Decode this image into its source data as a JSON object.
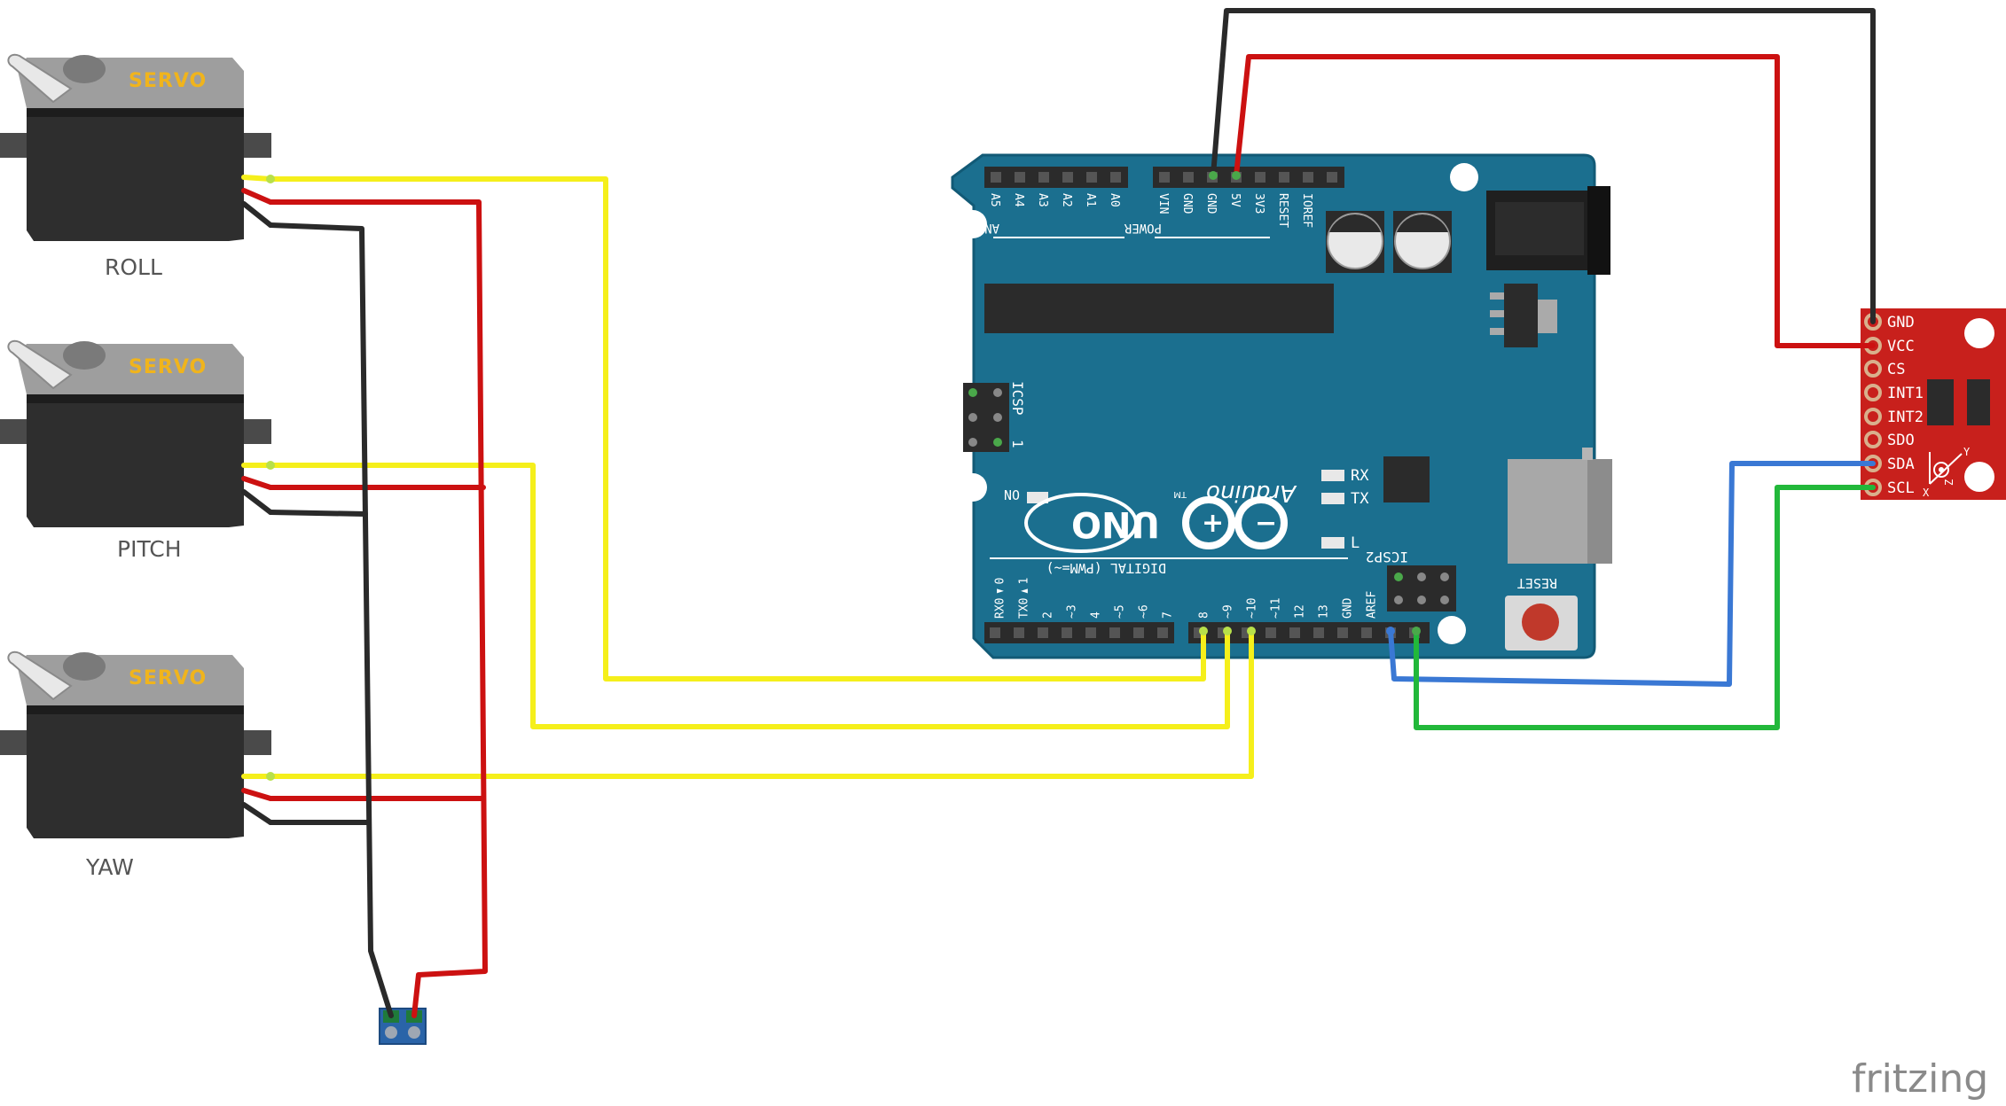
{
  "colors": {
    "board": "#1b6f8f",
    "board_edge": "#125a76",
    "servo_body": "#2e2e2e",
    "servo_top": "#9e9e9e",
    "wire_signal": "#f5ef1b",
    "wire_power": "#cc1111",
    "wire_ground": "#2a2a2a",
    "wire_sda": "#3a78d4",
    "wire_scl": "#22b83a",
    "module": "#c8201c",
    "terminal_block": "#2a64a8"
  },
  "servos": [
    {
      "brand": "SERVO",
      "label": "ROLL"
    },
    {
      "brand": "SERVO",
      "label": "PITCH"
    },
    {
      "brand": "SERVO",
      "label": "YAW"
    }
  ],
  "arduino": {
    "brand": "Arduino",
    "model": "UNO",
    "analog_pins": [
      "A5",
      "A4",
      "A3",
      "A2",
      "A1",
      "A0"
    ],
    "analog_header": "ANALOG IN",
    "power_pins": [
      "VIN",
      "GND",
      "GND",
      "5V",
      "3V3",
      "RESET",
      "IOREF"
    ],
    "power_header": "POWER",
    "digital_pins_left": [
      "RX0◄0",
      "TX0►1",
      "2",
      "~3",
      "4",
      "~5",
      "~6",
      "7"
    ],
    "digital_pins_right": [
      "8",
      "~9",
      "~10",
      "~11",
      "12",
      "13",
      "GND",
      "AREF"
    ],
    "digital_header": "DIGITAL (PWM=~)",
    "icsp_label": "ICSP",
    "icsp2_label": "ICSP2",
    "icsp_pin1": "1",
    "reset_label": "RESET",
    "led_labels": [
      "RX",
      "TX",
      "L"
    ],
    "on_label": "ON",
    "tm": "TM"
  },
  "sensor": {
    "pins": [
      "GND",
      "VCC",
      "CS",
      "INT1",
      "INT2",
      "SDO",
      "SDA",
      "SCL"
    ],
    "axis_labels": [
      "Y",
      "Z",
      "X"
    ]
  },
  "watermark": "fritzing"
}
